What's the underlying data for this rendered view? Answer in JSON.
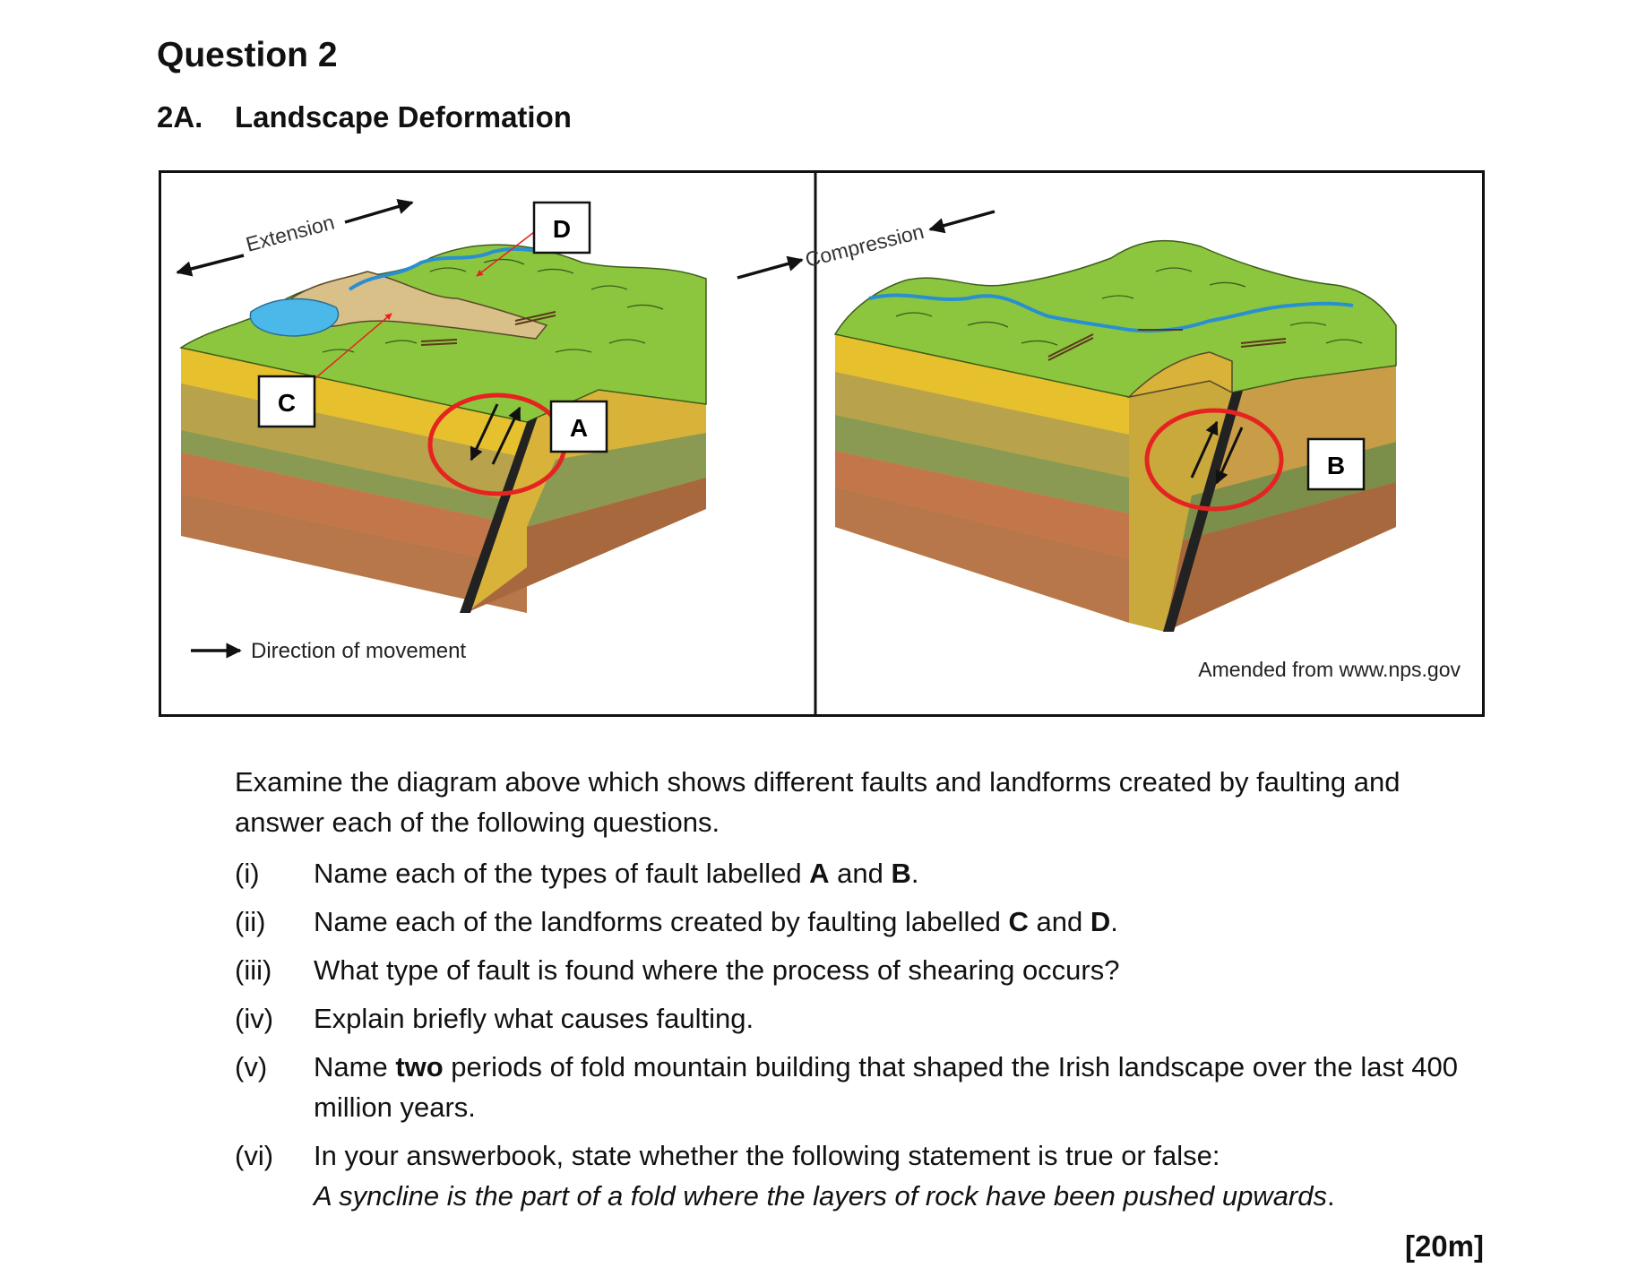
{
  "question_title": "Question 2",
  "section": {
    "number": "2A.",
    "title": "Landscape Deformation"
  },
  "figure": {
    "extension_label": "Extension",
    "compression_label": "Compression",
    "legend_text": "Direction of movement",
    "source_note": "Amended from www.nps.gov",
    "label_a": "A",
    "label_b": "B",
    "label_c": "C",
    "label_d": "D",
    "colors": {
      "grass": "#8cc63f",
      "marker_circle": "#e52421",
      "pointer": "#e52421",
      "water": "#4ab8e8"
    }
  },
  "intro": "Examine the diagram above which shows different faults and landforms created by faulting and answer each of the following questions.",
  "questions": [
    {
      "num": "(i)",
      "pre": "Name each of the types of fault labelled ",
      "b1": "A",
      "mid": " and ",
      "b2": "B",
      "post": "."
    },
    {
      "num": "(ii)",
      "pre": "Name each of the landforms created by faulting labelled ",
      "b1": "C",
      "mid": " and ",
      "b2": "D",
      "post": "."
    },
    {
      "num": "(iii)",
      "text": "What type of fault is found where the process of shearing occurs?"
    },
    {
      "num": "(iv)",
      "text": "Explain briefly what causes faulting."
    },
    {
      "num": "(v)",
      "pre": "Name ",
      "bold": "two",
      "post": " periods of fold mountain building that shaped the Irish landscape over the last 400 million years."
    },
    {
      "num": "(vi)",
      "text": "In your answerbook, state whether the following statement is true or false:",
      "italic": "A syncline is the part of a fold where the layers of rock have been pushed upwards",
      "italic_end": "."
    }
  ],
  "marks": "[20m]"
}
